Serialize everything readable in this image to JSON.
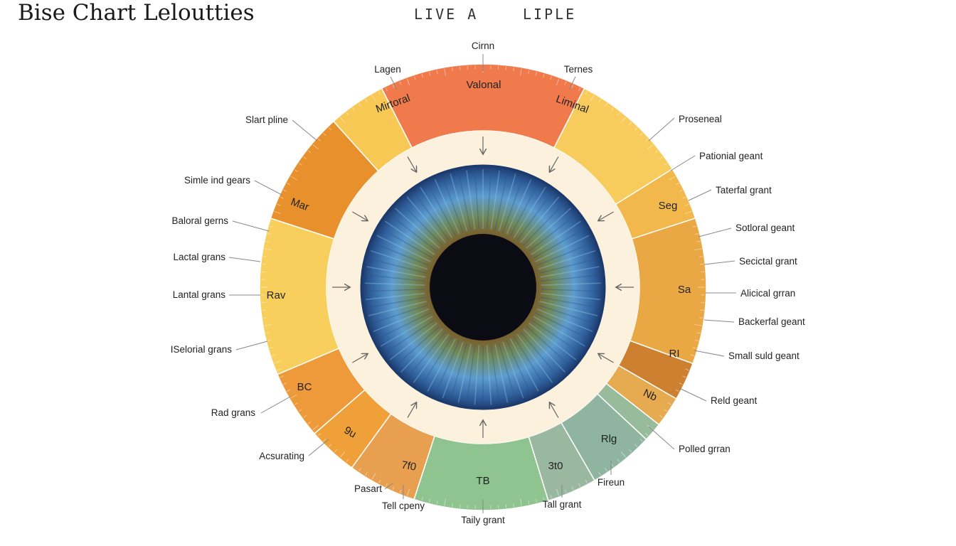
{
  "title": "Bise Chart Leloutties",
  "subtitle_left": "LIVE A",
  "subtitle_right": "LIPLE",
  "colors": {
    "red": "#f07a4c",
    "yellow": "#f7cc5c",
    "lightYellow": "#f6d27a",
    "orange": "#e8902c",
    "darkOrange": "#cc8030",
    "amber": "#e6aa50",
    "green": "#8fc38f",
    "sage": "#8fb5a0",
    "ring": "#fbf1dc",
    "iris": "#3e78b4",
    "pupil": "#0b0b14"
  },
  "segments": [
    {
      "label": "Valonal",
      "color": "#f07a4c"
    },
    {
      "label": "Liminal",
      "color": "#f7cc5c"
    },
    {
      "label": "",
      "color": "#f2b84c"
    },
    {
      "label": "Seg",
      "color": "#eaa845"
    },
    {
      "label": "Sa",
      "color": "#cc8030"
    },
    {
      "label": "RI",
      "color": "#e6aa50"
    },
    {
      "label": "Nb",
      "color": "#98bb9c"
    },
    {
      "label": "Rlg",
      "color": "#8fb5a0"
    },
    {
      "label": "3t0",
      "color": "#9ab8a0"
    },
    {
      "label": "TB",
      "color": "#8fc38f"
    },
    {
      "label": "7f0",
      "color": "#e8a050"
    },
    {
      "label": "9u",
      "color": "#f0a038"
    },
    {
      "label": "BC",
      "color": "#ef9a3a"
    },
    {
      "label": "Rav",
      "color": "#f8cf5c"
    },
    {
      "label": "Mar",
      "color": "#e8902c"
    },
    {
      "label": "Mirtoral",
      "color": "#f7c853"
    }
  ],
  "callouts": [
    {
      "text": "Cirnn"
    },
    {
      "text": "Ternes"
    },
    {
      "text": "Proseneal"
    },
    {
      "text": "Pationial geant"
    },
    {
      "text": "Taterfal grant"
    },
    {
      "text": "Sotloral geant"
    },
    {
      "text": "Secictal grant"
    },
    {
      "text": "Alicical grran"
    },
    {
      "text": "Backerfal geant"
    },
    {
      "text": "Small suld geant"
    },
    {
      "text": "Reld geant"
    },
    {
      "text": "Polled grran"
    },
    {
      "text": "Fireun"
    },
    {
      "text": "Tall grant"
    },
    {
      "text": "Taily grant"
    },
    {
      "text": "Tell cpeny"
    },
    {
      "text": "Pasart"
    },
    {
      "text": "Acsurating"
    },
    {
      "text": "Rad grans"
    },
    {
      "text": "ISelorial grans"
    },
    {
      "text": "Lantal grans"
    },
    {
      "text": "Lactal grans"
    },
    {
      "text": "Baloral gerns"
    },
    {
      "text": "Simle ind gears"
    },
    {
      "text": "Slart pline"
    },
    {
      "text": "Lagen"
    }
  ]
}
